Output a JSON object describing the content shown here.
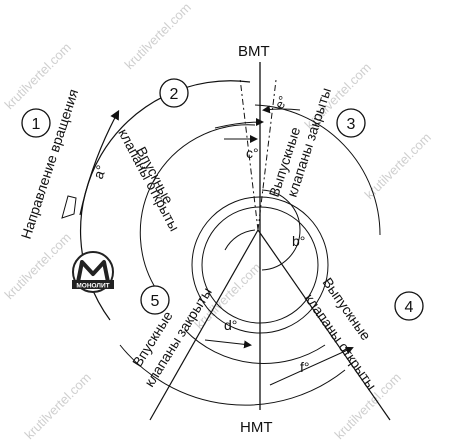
{
  "labels": {
    "tdc": "ВМТ",
    "bdc": "НМТ",
    "rotation": "Направление вращения",
    "intake_open_1": "Впускные",
    "intake_open_2": "клапаны открыты",
    "exhaust_closed_1": "Выпускные",
    "exhaust_closed_2": "клапаны закрыты",
    "exhaust_open_1": "Выпускные",
    "exhaust_open_2": "клапаны открыты",
    "intake_closed_1": "Впускные",
    "intake_closed_2": "клапаны закрыты"
  },
  "markers": [
    "1",
    "2",
    "3",
    "4",
    "5"
  ],
  "angles": {
    "a": "a°",
    "b": "b°",
    "c": "c°",
    "d": "d°",
    "e": "e°",
    "f": "f°"
  },
  "logo": {
    "text": "МОНОЛИТ"
  },
  "watermark": "krutilvertel.com"
}
